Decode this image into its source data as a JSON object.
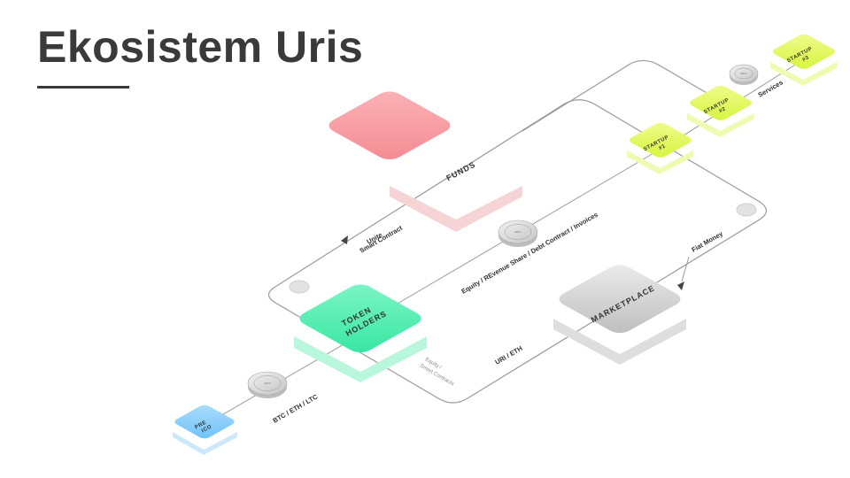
{
  "title": "Ekosistem Uris",
  "nodes": {
    "funds": "FUNDS",
    "token_holders_line1": "TOKEN",
    "token_holders_line2": "HOLDERS",
    "marketplace": "MARKETPLACE",
    "pre_ico_line1": "PRE",
    "pre_ico_line2": "ICO",
    "startup1_line1": "STARTUP",
    "startup1_line2": "#1",
    "startup2_line1": "STARTUP",
    "startup2_line2": "#2",
    "startup3_line1": "STARTUP",
    "startup3_line2": "#3"
  },
  "labels": {
    "unite_line1": "Unite",
    "unite_line2": "Smart Contract",
    "equity": "Equity / REvenue Share / Debt Contract / Invoices",
    "fiat": "Fiat Money",
    "services": "Services",
    "btc": "BTC / ETH / LTC",
    "uri_eth": "URI / ETH",
    "equity_small_line1": "Equity /",
    "equity_small_line2": "Smart Contracts"
  },
  "coin_text": "URIS",
  "colors": {
    "funds": "#f9a3a8",
    "token_holders": "#5ef0b6",
    "marketplace": "#d4d4d4",
    "pre_ico": "#8fd2fb",
    "startup": "#e5f96a",
    "line": "#9a9a9a",
    "title": "#3a3a3a"
  }
}
